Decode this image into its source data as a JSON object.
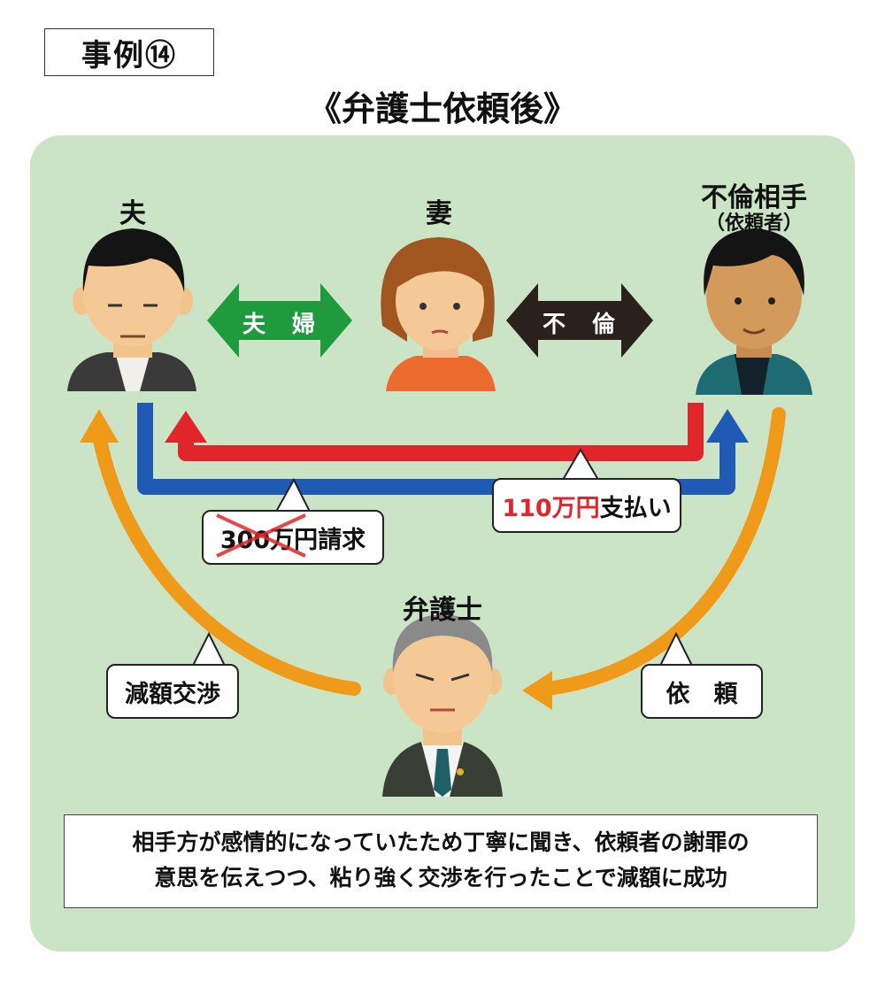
{
  "case_label": "事例⑭",
  "title": "《弁護士依頼後》",
  "people": {
    "husband": {
      "label": "夫"
    },
    "wife": {
      "label": "妻"
    },
    "affair_partner": {
      "label": "不倫相手",
      "sublabel": "（依頼者）"
    },
    "lawyer": {
      "label": "弁護士"
    }
  },
  "relations": {
    "married": "夫　婦",
    "affair": "不　倫"
  },
  "callouts": {
    "demand_amount": "300万円",
    "demand_suffix": "請求",
    "payment_amount": "110万円",
    "payment_suffix": "支払い",
    "negotiation": "減額交渉",
    "request": "依　頼"
  },
  "summary": {
    "line1": "相手方が感情的になっていたため丁寧に聞き、依頼者の謝罪の",
    "line2": "意思を伝えつつ、粘り強く交渉を行ったことで減額に成功"
  },
  "colors": {
    "panel": "#cce4c6",
    "married_arrow": "#1f9a3c",
    "affair_arrow": "#2a201c",
    "demand_arrow": "#1f5bb5",
    "payment_arrow": "#e0262b",
    "lawyer_arrows": "#f09a1a",
    "cross_out": "#e0262b"
  }
}
